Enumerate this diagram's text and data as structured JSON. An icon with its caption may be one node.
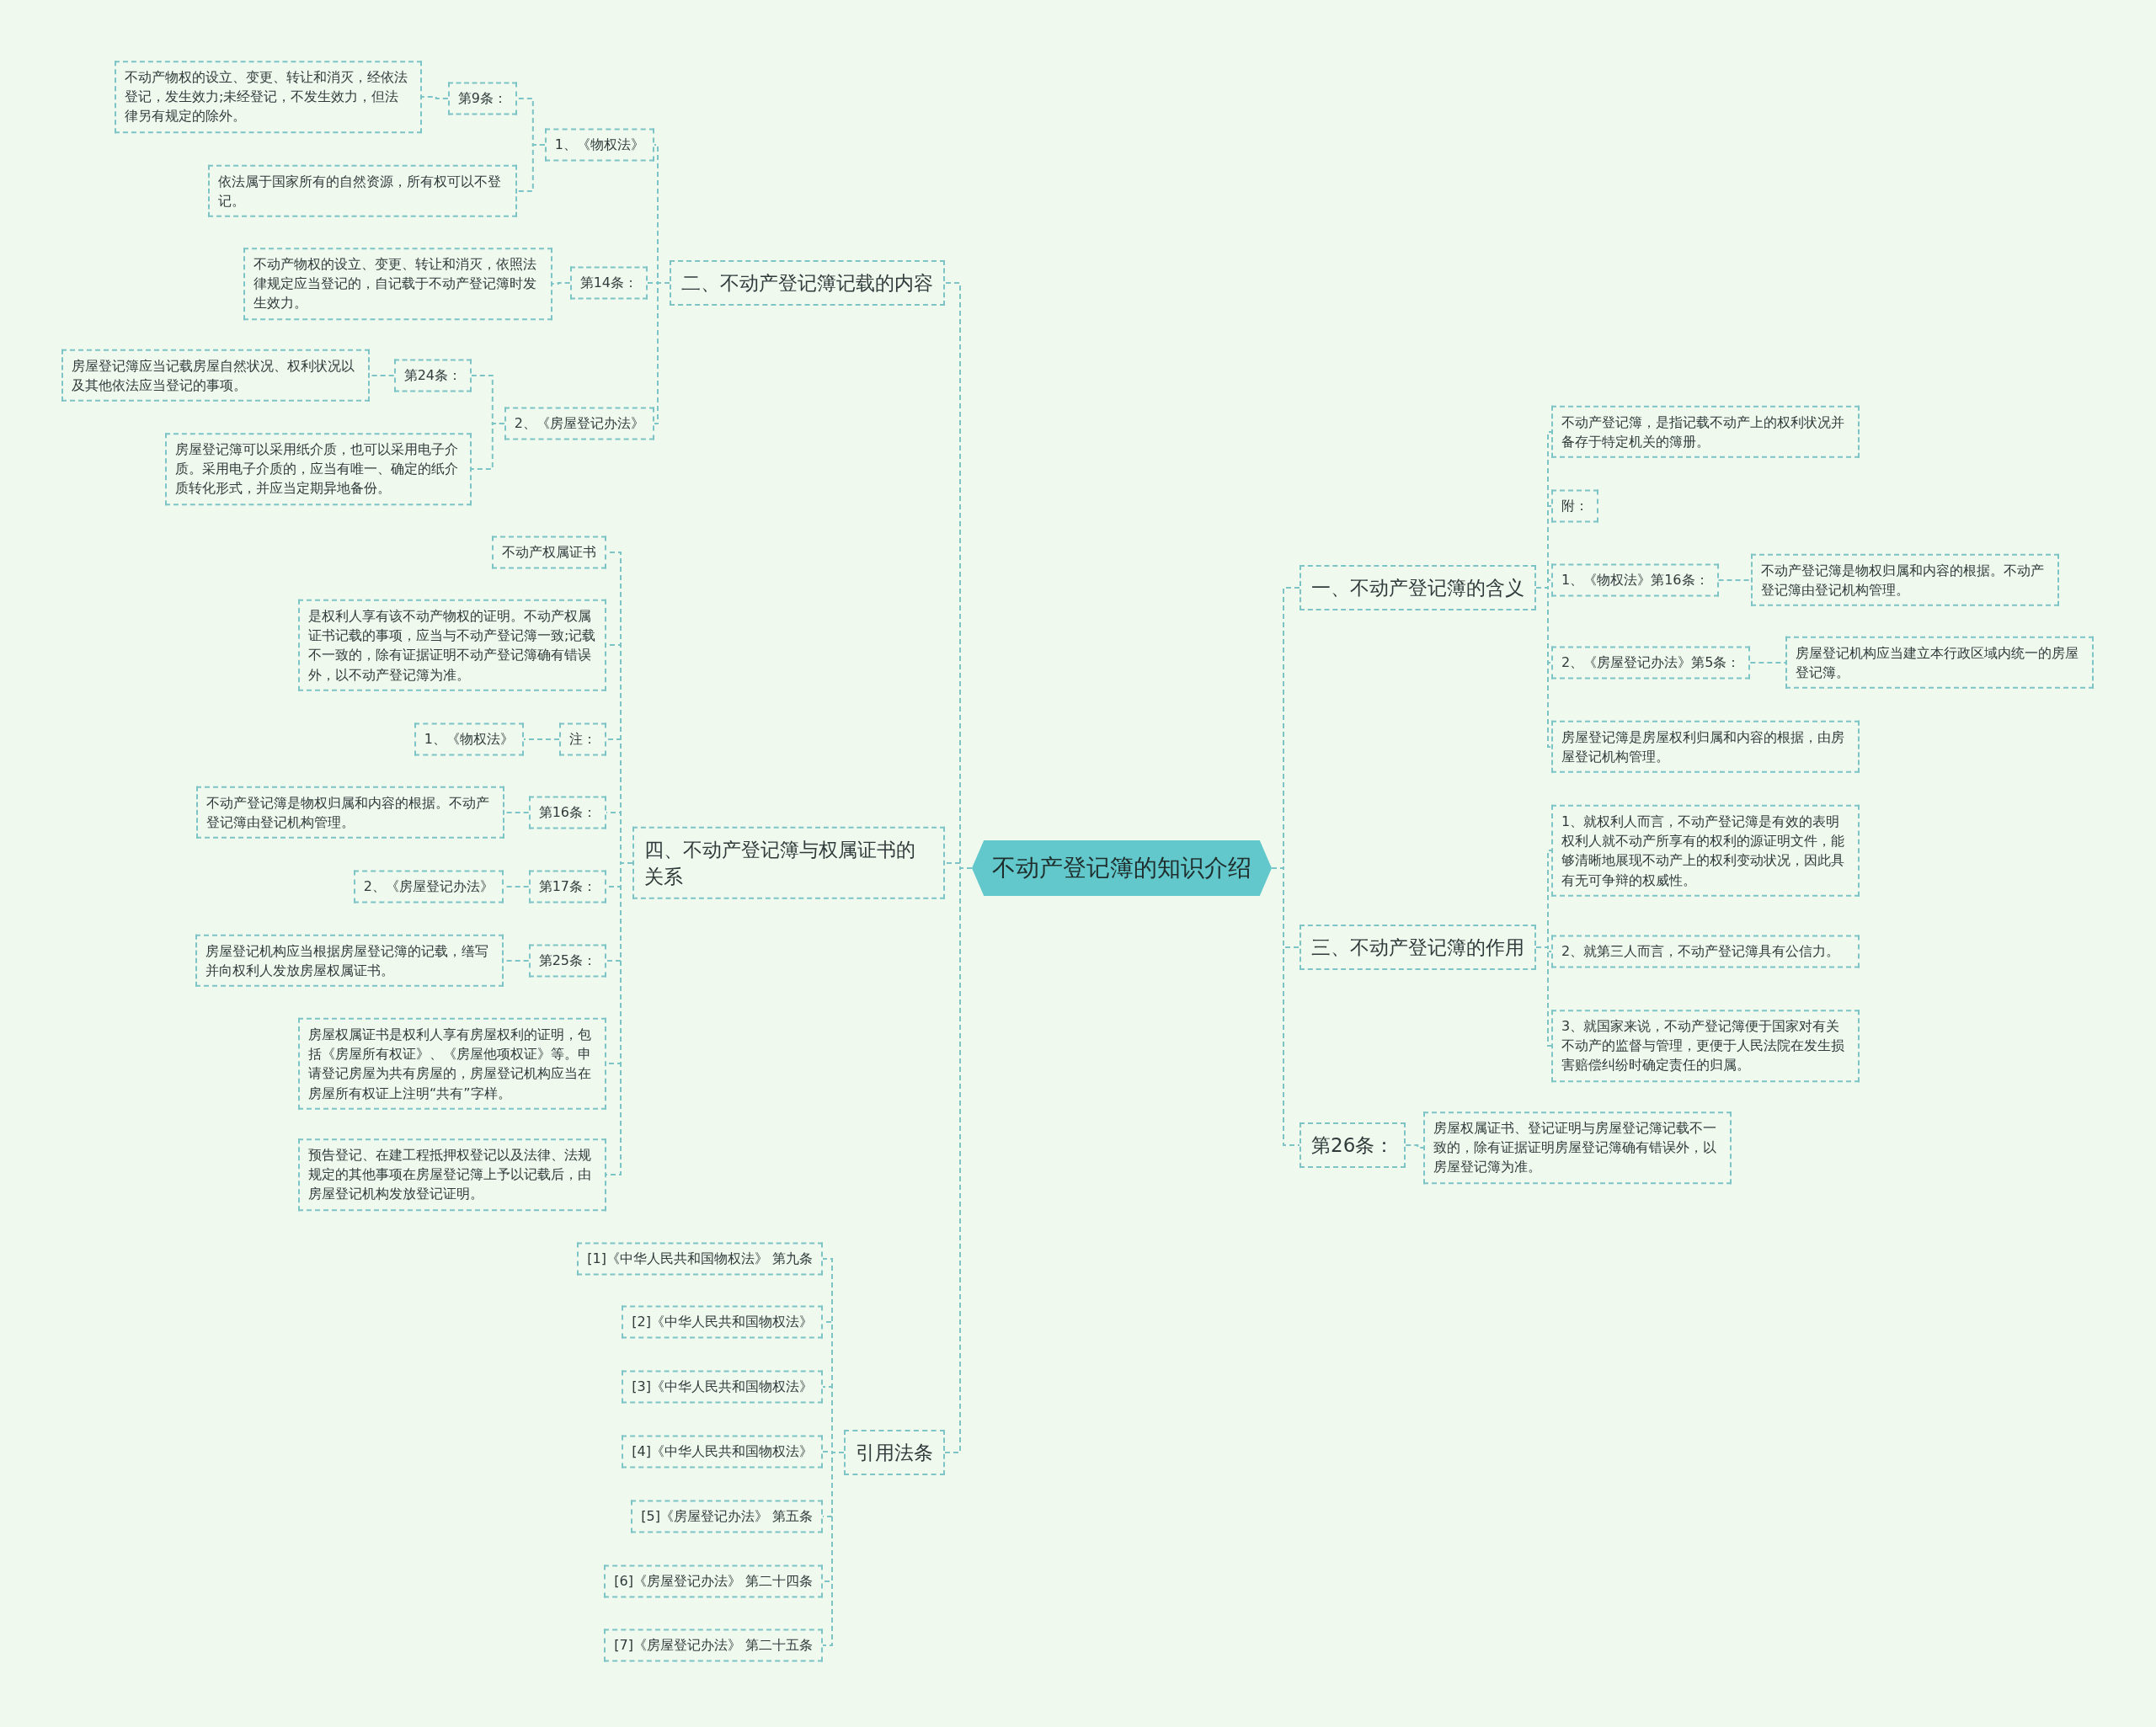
{
  "diagram": {
    "nodes": [
      {
        "text": [
          "不动产登记簿的知识介绍"
        ]
      },
      {
        "text": [
          "二、不动产登记簿记载的内容"
        ]
      },
      {
        "text": [
          "1、《物权法》"
        ]
      },
      {
        "text": [
          "第9条："
        ]
      },
      {
        "text": [
          "不动产物权的设立、变更、转让和消灭，经依法登记，发生效力;未经登记，不发生效力，但法律另有规定的除外。"
        ]
      },
      {
        "text": [
          "依法属于国家所有的自然资源，所有权可以不登记。"
        ]
      },
      {
        "text": [
          "第14条："
        ]
      },
      {
        "text": [
          "不动产物权的设立、变更、转让和消灭，依照法律规定应当登记的，自记载于不动产登记簿时发生效力。"
        ]
      },
      {
        "text": [
          "2、《房屋登记办法》"
        ]
      },
      {
        "text": [
          "第24条："
        ]
      },
      {
        "text": [
          "房屋登记簿应当记载房屋自然状况、权利状况以及其他依法应当登记的事项。"
        ]
      },
      {
        "text": [
          "房屋登记簿可以采用纸介质，也可以采用电子介质。采用电子介质的，应当有唯一、确定的纸介质转化形式，并应当定期异地备份。"
        ]
      },
      {
        "text": [
          "四、不动产登记簿与权属证书的关系"
        ]
      },
      {
        "text": [
          "不动产权属证书"
        ]
      },
      {
        "text": [
          "是权利人享有该不动产物权的证明。不动产权属证书记载的事项，应当与不动产登记簿一致;记载不一致的，除有证据证明不动产登记簿确有错误外，以不动产登记簿为准。"
        ]
      },
      {
        "text": [
          "注："
        ]
      },
      {
        "text": [
          "1、《物权法》"
        ]
      },
      {
        "text": [
          "第16条："
        ]
      },
      {
        "text": [
          "不动产登记簿是物权归属和内容的根据。不动产登记簿由登记机构管理。"
        ]
      },
      {
        "text": [
          "第17条："
        ]
      },
      {
        "text": [
          "2、《房屋登记办法》"
        ]
      },
      {
        "text": [
          "第25条："
        ]
      },
      {
        "text": [
          "房屋登记机构应当根据房屋登记簿的记载，缮写并向权利人发放房屋权属证书。"
        ]
      },
      {
        "text": [
          "房屋权属证书是权利人享有房屋权利的证明，包括《房屋所有权证》、《房屋他项权证》等。申请登记房屋为共有房屋的，房屋登记机构应当在房屋所有权证上注明“共有”字样。"
        ]
      },
      {
        "text": [
          "预告登记、在建工程抵押权登记以及法律、法规规定的其他事项在房屋登记簿上予以记载后，由房屋登记机构发放登记证明。"
        ]
      },
      {
        "text": [
          "引用法条"
        ]
      },
      {
        "text": [
          "[1]《中华人民共和国物权法》 第九条"
        ]
      },
      {
        "text": [
          "[2]《中华人民共和国物权法》"
        ]
      },
      {
        "text": [
          "[3]《中华人民共和国物权法》"
        ]
      },
      {
        "text": [
          "[4]《中华人民共和国物权法》"
        ]
      },
      {
        "text": [
          "[5]《房屋登记办法》 第五条"
        ]
      },
      {
        "text": [
          "[6]《房屋登记办法》 第二十四条"
        ]
      },
      {
        "text": [
          "[7]《房屋登记办法》 第二十五条"
        ]
      },
      {
        "text": [
          "一、不动产登记簿的含义"
        ]
      },
      {
        "text": [
          "不动产登记簿，是指记载不动产上的权利状况并备存于特定机关的簿册。"
        ]
      },
      {
        "text": [
          "附："
        ]
      },
      {
        "text": [
          "1、《物权法》第16条："
        ]
      },
      {
        "text": [
          "不动产登记簿是物权归属和内容的根据。不动产登记簿由登记机构管理。"
        ]
      },
      {
        "text": [
          "2、《房屋登记办法》第5条："
        ]
      },
      {
        "text": [
          "房屋登记机构应当建立本行政区域内统一的房屋登记簿。"
        ]
      },
      {
        "text": [
          "房屋登记簿是房屋权利归属和内容的根据，由房屋登记机构管理。"
        ]
      },
      {
        "text": [
          "三、不动产登记簿的作用"
        ]
      },
      {
        "text": [
          "1、就权利人而言，不动产登记簿是有效的表明权利人就不动产所享有的权利的源证明文件，能够清晰地展现不动产上的权利变动状况，因此具有无可争辩的权威性。"
        ]
      },
      {
        "text": [
          "2、就第三人而言，不动产登记簿具有公信力。"
        ]
      },
      {
        "text": [
          "3、就国家来说，不动产登记簿便于国家对有关不动产的监督与管理，更便于人民法院在发生损害赔偿纠纷时确定责任的归属。"
        ]
      },
      {
        "text": [
          "第26条："
        ]
      },
      {
        "text": [
          "房屋权属证书、登记证明与房屋登记簿记载不一致的，除有证据证明房屋登记簿确有错误外，以房屋登记簿为准。"
        ]
      }
    ],
    "edges": [
      {
        "from": 0,
        "to": 1,
        "arrow": "none"
      },
      {
        "from": 1,
        "to": 2,
        "arrow": "none"
      },
      {
        "from": 2,
        "to": 3,
        "arrow": "none"
      },
      {
        "from": 3,
        "to": 4,
        "arrow": "none"
      },
      {
        "from": 2,
        "to": 5,
        "arrow": "none"
      },
      {
        "from": 1,
        "to": 6,
        "arrow": "none"
      },
      {
        "from": 6,
        "to": 7,
        "arrow": "none"
      },
      {
        "from": 1,
        "to": 8,
        "arrow": "none"
      },
      {
        "from": 8,
        "to": 9,
        "arrow": "none"
      },
      {
        "from": 9,
        "to": 10,
        "arrow": "none"
      },
      {
        "from": 8,
        "to": 11,
        "arrow": "none"
      },
      {
        "from": 0,
        "to": 12,
        "arrow": "none"
      },
      {
        "from": 12,
        "to": 13,
        "arrow": "none"
      },
      {
        "from": 12,
        "to": 14,
        "arrow": "none"
      },
      {
        "from": 12,
        "to": 15,
        "arrow": "none"
      },
      {
        "from": 15,
        "to": 16,
        "arrow": "none"
      },
      {
        "from": 12,
        "to": 17,
        "arrow": "none"
      },
      {
        "from": 17,
        "to": 18,
        "arrow": "none"
      },
      {
        "from": 12,
        "to": 19,
        "arrow": "none"
      },
      {
        "from": 19,
        "to": 20,
        "arrow": "none"
      },
      {
        "from": 12,
        "to": 21,
        "arrow": "none"
      },
      {
        "from": 21,
        "to": 22,
        "arrow": "none"
      },
      {
        "from": 12,
        "to": 23,
        "arrow": "none"
      },
      {
        "from": 12,
        "to": 24,
        "arrow": "none"
      },
      {
        "from": 0,
        "to": 25,
        "arrow": "none"
      },
      {
        "from": 25,
        "to": 26,
        "arrow": "none"
      },
      {
        "from": 25,
        "to": 27,
        "arrow": "none"
      },
      {
        "from": 25,
        "to": 28,
        "arrow": "none"
      },
      {
        "from": 25,
        "to": 29,
        "arrow": "none"
      },
      {
        "from": 25,
        "to": 30,
        "arrow": "none"
      },
      {
        "from": 25,
        "to": 31,
        "arrow": "none"
      },
      {
        "from": 25,
        "to": 32,
        "arrow": "none"
      },
      {
        "from": 0,
        "to": 33,
        "arrow": "none"
      },
      {
        "from": 33,
        "to": 34,
        "arrow": "none"
      },
      {
        "from": 33,
        "to": 35,
        "arrow": "none"
      },
      {
        "from": 33,
        "to": 36,
        "arrow": "none"
      },
      {
        "from": 36,
        "to": 37,
        "arrow": "none"
      },
      {
        "from": 33,
        "to": 38,
        "arrow": "none"
      },
      {
        "from": 38,
        "to": 39,
        "arrow": "none"
      },
      {
        "from": 33,
        "to": 40,
        "arrow": "none"
      },
      {
        "from": 0,
        "to": 41,
        "arrow": "none"
      },
      {
        "from": 41,
        "to": 42,
        "arrow": "none"
      },
      {
        "from": 41,
        "to": 43,
        "arrow": "none"
      },
      {
        "from": 41,
        "to": 44,
        "arrow": "none"
      },
      {
        "from": 0,
        "to": 45,
        "arrow": "none"
      },
      {
        "from": 45,
        "to": 46,
        "arrow": "none"
      }
    ]
  }
}
